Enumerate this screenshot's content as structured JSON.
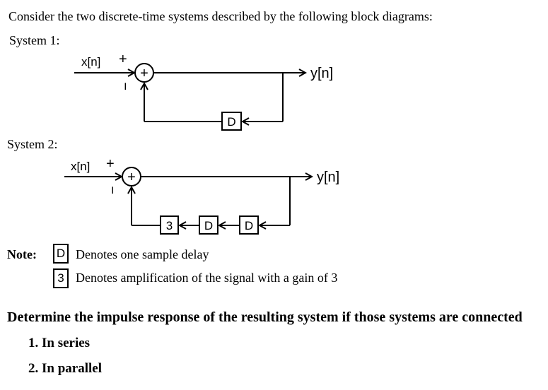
{
  "intro": "Consider the two discrete-time systems described by the following block diagrams:",
  "system1": {
    "title": "System 1:",
    "input": "x[n]",
    "output": "y[n]",
    "plus_sign": "+",
    "minus_sign": "−",
    "adder": "+",
    "delay": "D"
  },
  "system2": {
    "title": "System 2:",
    "input": "x[n]",
    "output": "y[n]",
    "plus_sign": "+",
    "minus_sign": "−",
    "adder": "+",
    "gain": "3",
    "delay1": "D",
    "delay2": "D"
  },
  "note": {
    "label": "Note:",
    "items": [
      {
        "symbol": "D",
        "text": "Denotes one sample delay"
      },
      {
        "symbol": "3",
        "text": "Denotes amplification of the signal with a gain of 3"
      }
    ]
  },
  "question": {
    "text": "Determine the impulse response of the resulting system if those systems are connected",
    "items": [
      "1. In series",
      "2. In parallel"
    ]
  }
}
